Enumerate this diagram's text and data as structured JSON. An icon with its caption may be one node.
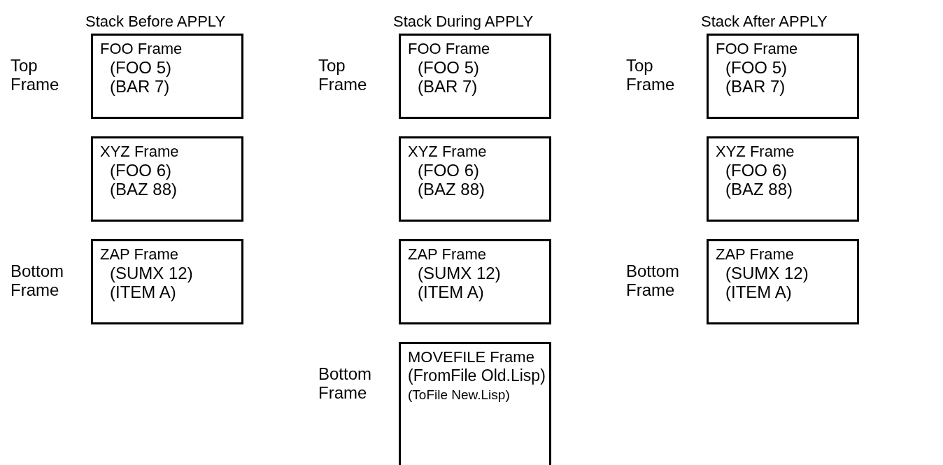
{
  "diagram": {
    "nodes": [
      {
        "text": [
          "FOO Frame",
          "(FOO 5)",
          "(BAR 7)"
        ],
        "beside": [
          "Top Frame"
        ]
      },
      {
        "text": [
          "XYZ Frame",
          "(FOO 6)",
          "(BAZ 88)"
        ]
      },
      {
        "text": [
          "ZAP Frame",
          "(SUMX 12)",
          "(ITEM A)"
        ],
        "beside": [
          "Bottom Frame"
        ]
      },
      {
        "text": [
          "FOO Frame",
          "(FOO 5)",
          "(BAR 7)"
        ],
        "beside": [
          "Top Frame"
        ]
      },
      {
        "text": [
          "XYZ Frame",
          "(FOO 6)",
          "(BAZ 88)"
        ]
      },
      {
        "text": [
          "ZAP Frame",
          "(SUMX 12)",
          "(ITEM A)"
        ]
      },
      {
        "text": [
          "MOVEFILE Frame",
          "(FromFile Old.Lisp)",
          "(ToFile New.Lisp)"
        ],
        "beside": [
          "Bottom Frame"
        ]
      },
      {
        "text": [
          "FOO Frame",
          "(FOO 5)",
          "(BAR 7)"
        ],
        "beside": [
          "Top Frame"
        ]
      },
      {
        "text": [
          "XYZ Frame",
          "(FOO 6)",
          "(BAZ 88)"
        ]
      },
      {
        "text": [
          "ZAP Frame",
          "(SUMX 12)",
          "(ITEM A)"
        ],
        "beside": [
          "Bottom Frame"
        ]
      }
    ],
    "edges": [],
    "labels": [
      "Stack Before APPLY",
      "Stack During APPLY",
      "Stack After APPLY"
    ]
  }
}
